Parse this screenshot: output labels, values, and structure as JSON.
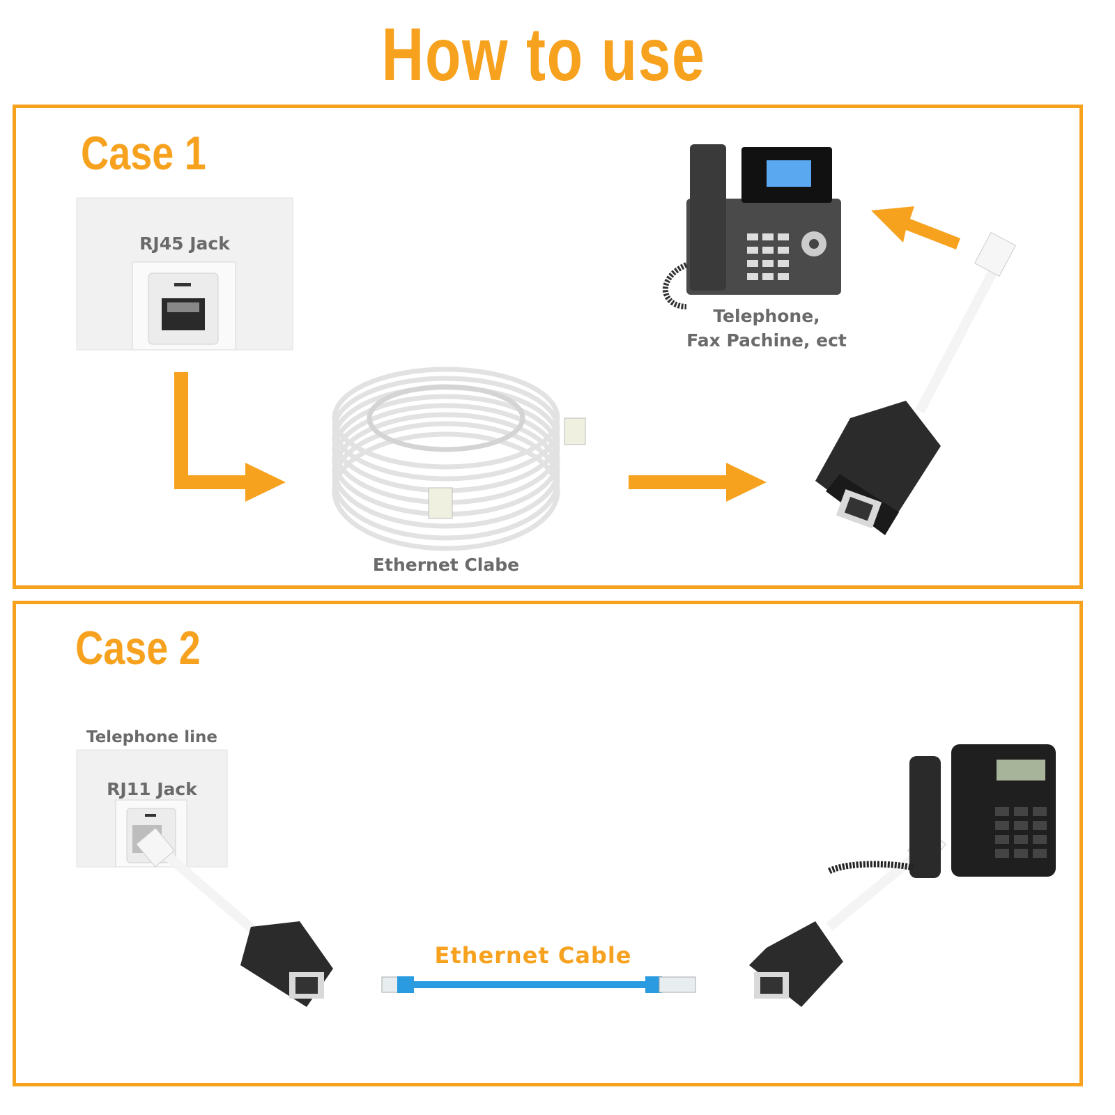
{
  "title": "How to use",
  "accent_color": "#f7a21f",
  "case1": {
    "heading": "Case 1",
    "wall_jack_label": "RJ45 Jack",
    "cable_label": "Ethernet Clabe",
    "device_label_line1": "Telephone,",
    "device_label_line2": "Fax Pachine, ect"
  },
  "case2": {
    "heading": "Case 2",
    "line_label": "Telephone line",
    "wall_jack_label": "RJ11 Jack",
    "cable_label": "Ethernet Cable",
    "cable_color": "#2a9be0"
  }
}
